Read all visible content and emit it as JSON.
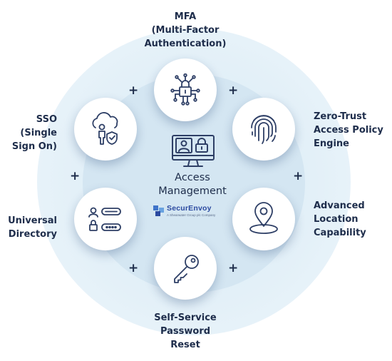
{
  "diagram": {
    "center": {
      "title_line1": "Access",
      "title_line2": "Management",
      "icon": "monitor-lock-icon",
      "logo": {
        "name": "SecurEnvoy",
        "tagline": "A Shearwater Group plc Company"
      }
    },
    "nodes": [
      {
        "id": "mfa",
        "icon": "circuit-lock-icon",
        "lines": [
          "MFA",
          "(Multi-Factor",
          "Authentication)"
        ]
      },
      {
        "id": "zero-trust",
        "icon": "fingerprint-icon",
        "lines": [
          "Zero-Trust",
          "Access Policy",
          "Engine"
        ]
      },
      {
        "id": "location",
        "icon": "location-pin-icon",
        "lines": [
          "Advanced",
          "Location",
          "Capability"
        ]
      },
      {
        "id": "password-reset",
        "icon": "key-icon",
        "lines": [
          "Self-Service",
          "Password",
          "Reset"
        ]
      },
      {
        "id": "directory",
        "icon": "user-directory-icon",
        "lines": [
          "Universal",
          "Directory"
        ]
      },
      {
        "id": "sso",
        "icon": "cloud-user-shield-icon",
        "lines": [
          "SSO",
          "(Single",
          "Sign On)"
        ]
      }
    ],
    "connector_symbol": "+",
    "colors": {
      "text": "#1e2d4b",
      "icon_stroke": "#2e3f66",
      "ring_outer": "#e3f0f8",
      "ring_inner": "#d4e6f2",
      "node_fill": "#ffffff"
    }
  }
}
